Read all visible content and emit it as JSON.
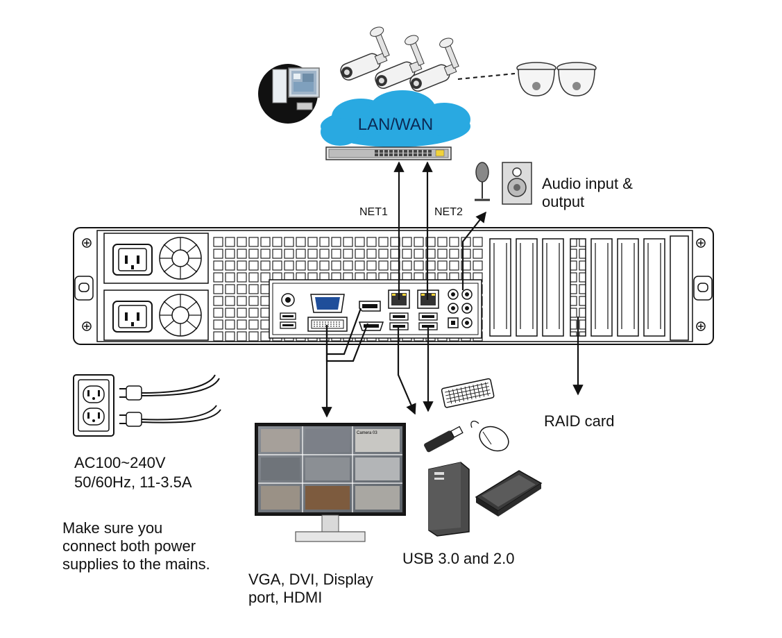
{
  "network": {
    "cloud_label": "LAN/WAN",
    "net1_label": "NET1",
    "net2_label": "NET2"
  },
  "audio": {
    "label_line1": "Audio input &",
    "label_line2": "output"
  },
  "raid": {
    "label": "RAID card"
  },
  "power": {
    "spec_line1": "AC100~240V",
    "spec_line2": "50/60Hz, 11-3.5A",
    "note_line1": "Make sure you",
    "note_line2": "connect both power",
    "note_line3": "supplies to the mains."
  },
  "display": {
    "label_line1": "VGA, DVI, Display",
    "label_line2": "port, HDMI",
    "camera_tile_label": "Camera 03"
  },
  "usb": {
    "label": "USB 3.0 and 2.0"
  },
  "colors": {
    "cloud": "#29a9e1",
    "cloud_text": "#0b2a55",
    "line": "#111111",
    "grid": "#333333"
  }
}
